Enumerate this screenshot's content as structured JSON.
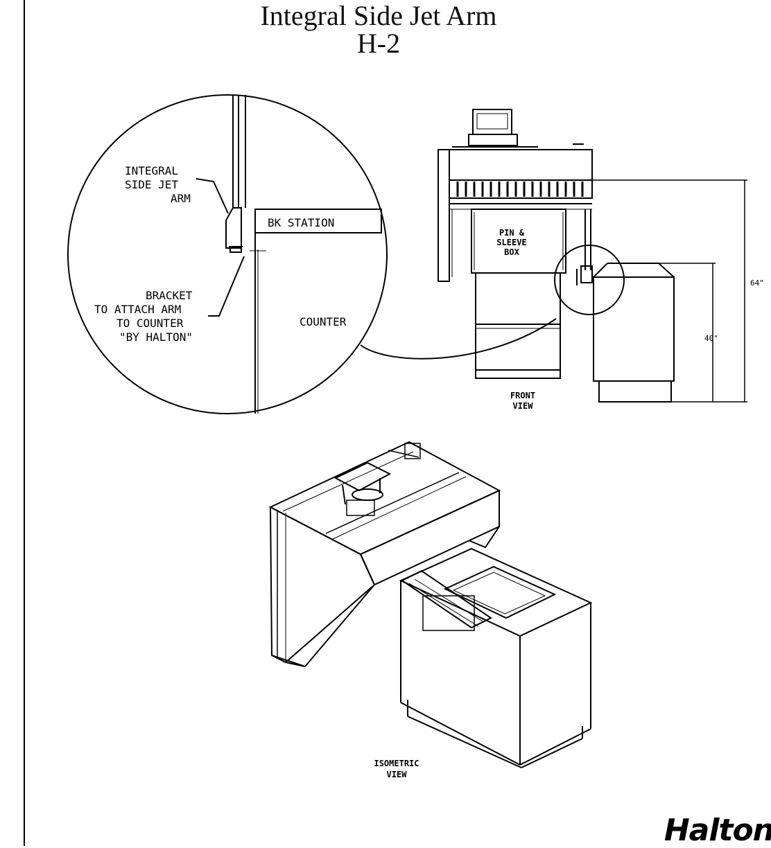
{
  "title": {
    "line1": "Integral Side Jet Arm",
    "line2": "H-2"
  },
  "detail_view": {
    "label_arm": [
      "INTEGRAL",
      "SIDE JET",
      "ARM"
    ],
    "label_station": "BK STATION",
    "label_bracket": [
      "BRACKET",
      "TO ATTACH ARM",
      "TO COUNTER",
      "\"BY HALTON\""
    ],
    "label_counter": "COUNTER"
  },
  "front_view": {
    "label_box": [
      "PIN &",
      "SLEEVE",
      "BOX"
    ],
    "dimension_hood": "64\"",
    "dimension_counter": "40\"",
    "caption": [
      "FRONT",
      "VIEW"
    ]
  },
  "isometric_view": {
    "caption": [
      "ISOMETRIC",
      "VIEW"
    ]
  },
  "logo": "Halton"
}
